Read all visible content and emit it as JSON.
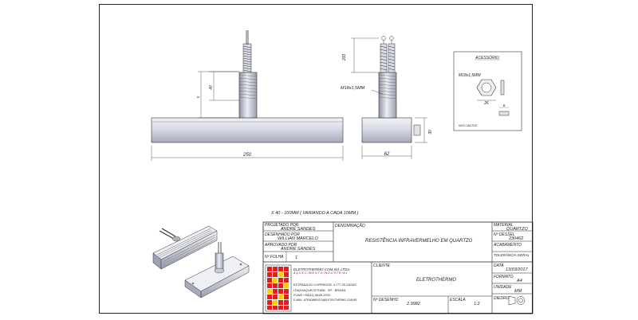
{
  "dimensions": {
    "length": "250",
    "width": "62",
    "height": "30",
    "lead_length": "200",
    "thread_length": "40",
    "variable": "x",
    "thread_spec": "M18x1,5MM"
  },
  "note": "X 40 - 100MM ( VARIANDO A CADA 10MM )",
  "accessory": {
    "title": "ACESSÓRIO",
    "thread_spec": "M18x1,5MM",
    "nut_width": "26",
    "thickness": "6",
    "note": "NOS CANTOS"
  },
  "title_block": {
    "projected_by_label": "PROJETADO POR",
    "projected_by": "ANDRÉ SANDES",
    "drawn_by_label": "DESENHADO POR",
    "drawn_by": "WILLIAN MARCELO",
    "approved_by_label": "APROVADO POR",
    "approved_by": "ANDRÉ SANDES",
    "sheet_label": "Nº FOLHA",
    "sheet": "1",
    "designation_label": "DENOMINAÇÃO",
    "designation": "RESISTÊNCIA INFRAVERMELHO EM QUARTZO",
    "material_label": "MATERIAL",
    "material": "QUARTZO",
    "code_label": "Nº DESSEL",
    "code": "230462",
    "finish_label": "ACABAMENTO",
    "finish": "",
    "tolerance_label": "TOLERÂNCIA GERAL",
    "tolerance": "",
    "date_label": "DATA",
    "date": "13/03/2017",
    "format_label": "FORMATO",
    "format": "A4",
    "unit_label": "UNIDADE",
    "unit": "MM",
    "projection_label": "DIEDRO",
    "client_label": "CLIENTE",
    "client": "ELETROTHERMO",
    "drawing_no_label": "Nº DESENHO",
    "drawing_no": "2.9982",
    "scale_label": "ESCALA",
    "scale": "1:2",
    "company_name": "ELETROTHERMO COM.Ind. LTDA.",
    "company_sub": "A Q U E C I M E N T O   I N D U S T R I A L",
    "address1": "ESTRADA DO CORREDOR, 4.777-25 CASAS",
    "address2": "ITAQUAQUECETUBA - SP - BRASIL",
    "phone": "FONE:+55(11) 4648-3333",
    "email": "E-MAIL : ATENDIMENTO@ELETROTHERMO.COM.BR"
  },
  "colors": {
    "logo_red": "#e02020",
    "logo_yellow": "#f4d400",
    "part_light": "#e4e6ee",
    "part_dark": "#9ea2b2"
  }
}
